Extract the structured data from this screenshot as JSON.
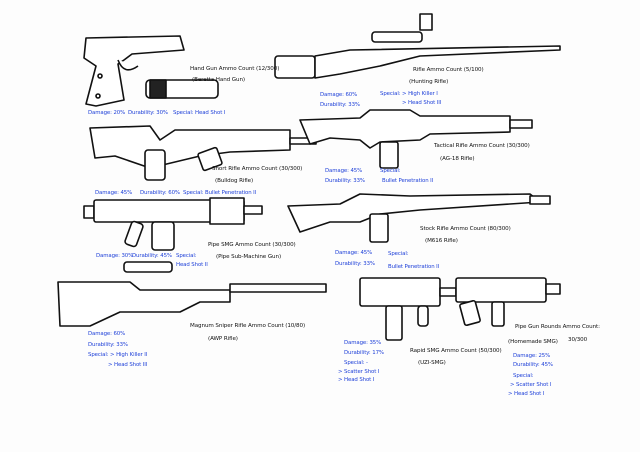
{
  "weapons": [
    {
      "name_line": "Hand Gun Ammo Count (12/300)",
      "model": "(Beretta Hand Gun)",
      "damage": "Damage: 20%",
      "durability": "Durability: 30%",
      "special": "Special: Head Shot I"
    },
    {
      "name_line": "Rifle Ammo Count (5/100)",
      "model": "(Hunting Rifle)",
      "damage": "Damage: 60%",
      "durability": "Durability: 33%",
      "special": "Special: > High Killer I",
      "special2": "> Head Shot III"
    },
    {
      "name_line": "Tactical Rifle Ammo Count (30/300)",
      "model": "(AG-18 Rifle)",
      "damage": "Damage: 45%",
      "durability": "Durability: 33%",
      "special": "Special:",
      "special2": "Bullet Penetration II"
    },
    {
      "name_line": "Short Rifle Ammo Count (30/300)",
      "model": "(Bulldog Rifle)",
      "damage": "Damage: 45%",
      "durability": "Durability: 60%",
      "special": "Special: Bullet Penetration II"
    },
    {
      "name_line": "Pipe SMG Ammo Count (30/300)",
      "model": "(Pipe Sub-Machine Gun)",
      "damage": "Damage: 30%",
      "durability": "Durability: 45%",
      "special": "Special:",
      "special2": "Head Shot II"
    },
    {
      "name_line": "Stock Rifle Ammo Count (80/300)",
      "model": "(M616 Rifle)",
      "damage": "Damage: 45%",
      "durability": "Durability: 33%",
      "special": "Special:",
      "special2": "Bullet Penetration II"
    },
    {
      "name_line": "Magnum Sniper Rifle Ammo Count (10/80)",
      "model": "(AWP Rifle)",
      "damage": "Damage: 60%",
      "durability": "Durability: 33%",
      "special": "Special: > High Killer II",
      "special2": "> Head Shot III"
    },
    {
      "name_line": "Rapid SMG Ammo Count (50/300)",
      "model": "(UZI-SMG)",
      "damage": "Damage: 35%",
      "durability": "Durability: 17%",
      "special": "Special: -",
      "special2": "> Scatter Shot I",
      "special3": "> Head Shot I"
    },
    {
      "name_line": "Pipe Gun Rounds Ammo Count:",
      "name_line2": "30/300",
      "model": "(Homemade SMG)",
      "damage": "Damage: 25%",
      "durability": "Durability: 45%",
      "special": "Special:",
      "special2": "> Scatter Shot I",
      "special3": "> Head Shot I"
    }
  ],
  "colors": {
    "ink": "#111111",
    "stats": "#1d3fd8",
    "paper": "#fdfdfd"
  }
}
